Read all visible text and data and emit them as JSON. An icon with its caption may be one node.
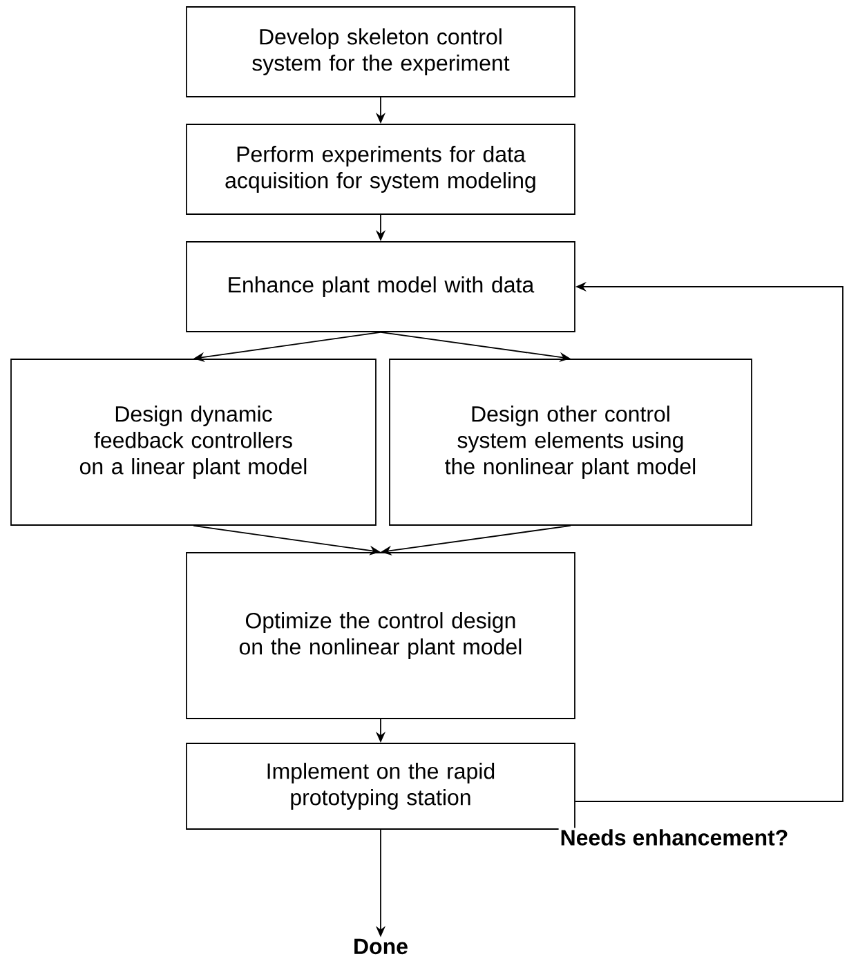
{
  "diagram": {
    "nodes": [
      {
        "text": [
          "Develop skeleton control system for the experiment"
        ]
      },
      {
        "text": [
          "Perform experiments for data acquisition for system modeling"
        ]
      },
      {
        "text": [
          "Enhance plant model with data"
        ]
      },
      {
        "text": [
          "Design dynamic feedback controllers on a linear plant model"
        ]
      },
      {
        "text": [
          "Design other control system elements using the nonlinear plant model"
        ]
      },
      {
        "text": [
          "Optimize the control design on the nonlinear plant model"
        ]
      },
      {
        "text": [
          "Implement on the rapid prototyping station"
        ]
      },
      {
        "text": [
          "Done"
        ]
      }
    ],
    "edges": [
      {
        "from": 0,
        "to": 1,
        "arrow": "to"
      },
      {
        "from": 1,
        "to": 2,
        "arrow": "to"
      },
      {
        "from": 2,
        "to": 3,
        "arrow": "to"
      },
      {
        "from": 2,
        "to": 4,
        "arrow": "to"
      },
      {
        "from": 3,
        "to": 5,
        "arrow": "to"
      },
      {
        "from": 4,
        "to": 5,
        "arrow": "to"
      },
      {
        "from": 5,
        "to": 6,
        "arrow": "to"
      },
      {
        "from": 6,
        "to": 7,
        "arrow": "to"
      },
      {
        "from": 6,
        "to": 2,
        "arrow": "to",
        "label": "Needs enhancement?"
      }
    ]
  }
}
